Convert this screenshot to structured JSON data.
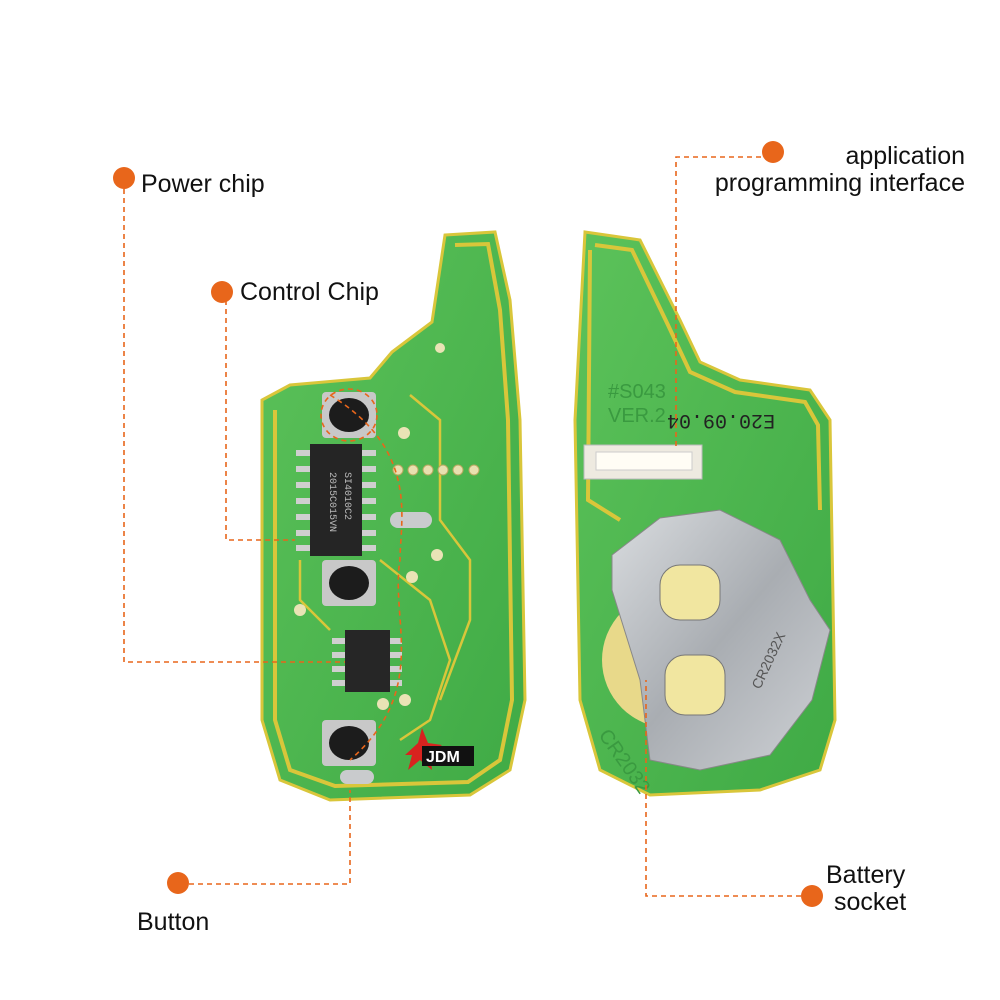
{
  "callouts": {
    "power_chip": "Power chip",
    "control_chip": "Control Chip",
    "button": "Button",
    "api_line1": "application",
    "api_line2": "programming interface",
    "battery_line1": "Battery",
    "battery_line2": "socket"
  },
  "board_front": {
    "chip_line1": "SI4010C2",
    "chip_line2": "2015C015VN",
    "logo": "JDM"
  },
  "board_back": {
    "model": "#S043",
    "version": "VER.2",
    "date_stamp": "E20.09.04",
    "battery_type": "CR2032",
    "clip_marking": "CR2032X"
  },
  "colors": {
    "accent": "#E8661B",
    "pcb": "#4DB84A",
    "trace": "#D9C63A"
  }
}
